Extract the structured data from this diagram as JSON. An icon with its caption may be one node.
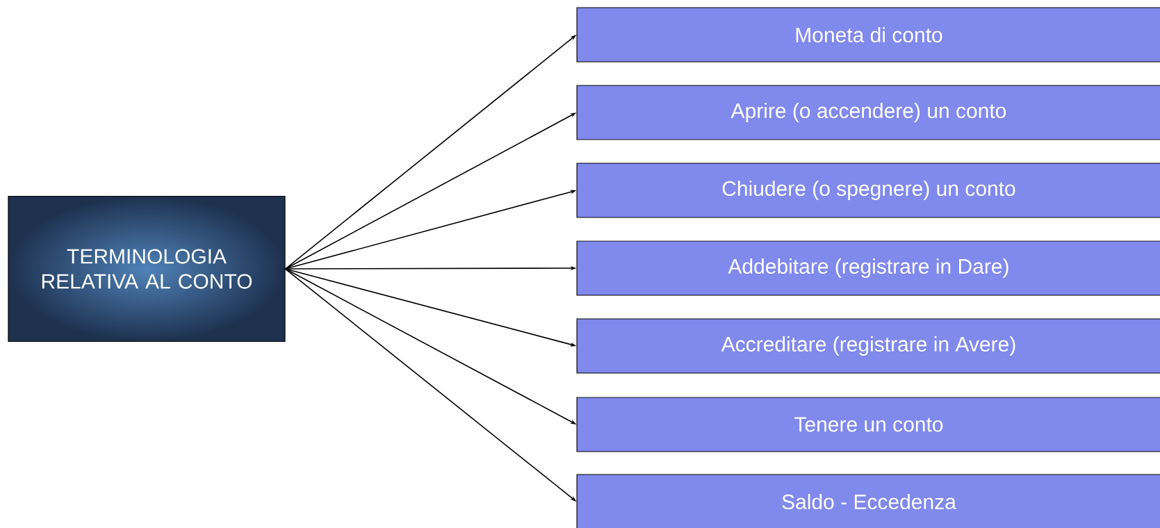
{
  "diagram": {
    "nodes": [
      {
        "text": [
          "TERMINOLOGIA RELATIVA AL CONTO"
        ]
      },
      {
        "text": [
          "Moneta di conto"
        ]
      },
      {
        "text": [
          "Aprire (o accendere) un conto"
        ]
      },
      {
        "text": [
          "Chiudere (o spegnere) un conto"
        ]
      },
      {
        "text": [
          "Addebitare (registrare in Dare)"
        ]
      },
      {
        "text": [
          "Accreditare (registrare in Avere)"
        ]
      },
      {
        "text": [
          "Tenere un conto"
        ]
      },
      {
        "text": [
          "Saldo - Eccedenza"
        ]
      }
    ],
    "edges": [
      {
        "from": 0,
        "to": 1,
        "arrow": "to"
      },
      {
        "from": 0,
        "to": 2,
        "arrow": "to"
      },
      {
        "from": 0,
        "to": 3,
        "arrow": "to"
      },
      {
        "from": 0,
        "to": 4,
        "arrow": "to"
      },
      {
        "from": 0,
        "to": 5,
        "arrow": "to"
      },
      {
        "from": 0,
        "to": 6,
        "arrow": "to"
      },
      {
        "from": 0,
        "to": 7,
        "arrow": "to"
      }
    ]
  }
}
